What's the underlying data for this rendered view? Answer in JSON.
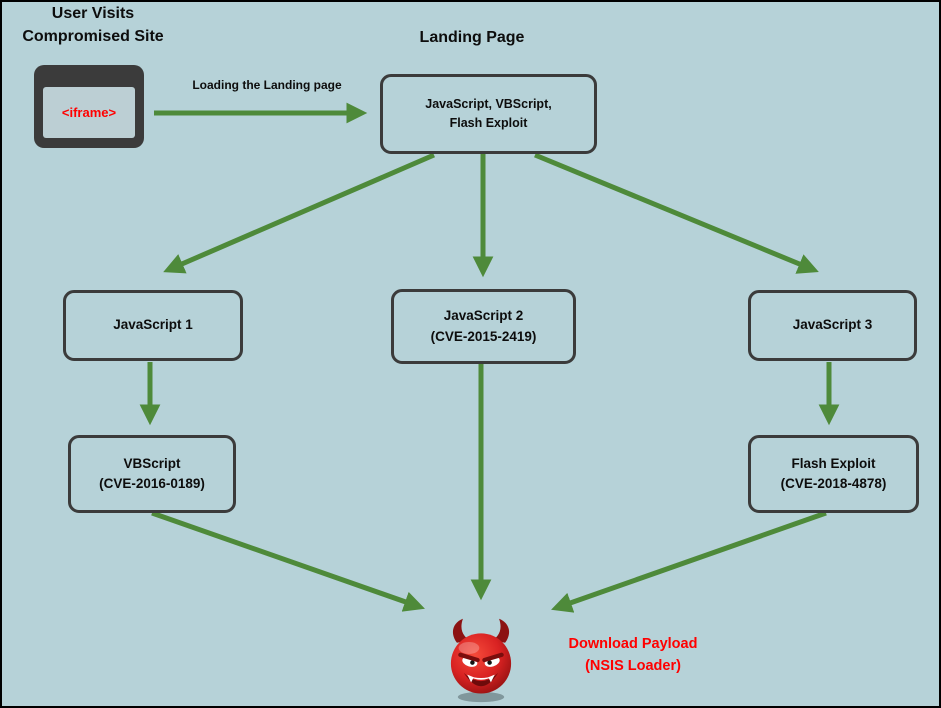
{
  "canvas": {
    "background": "#b6d2d8",
    "border_color": "#000000"
  },
  "colors": {
    "arrow_green": "#4e8a3a",
    "box_border": "#3b3b3b",
    "alert_red": "#ff0000",
    "text_black": "#0d0d0d"
  },
  "titles": {
    "compromised_line1": "User Visits",
    "compromised_line2": "Compromised Site",
    "landing": "Landing Page"
  },
  "browser": {
    "iframe_label": "<iframe>"
  },
  "nodes": {
    "landing": {
      "line1": "JavaScript, VBScript,",
      "line2": "Flash Exploit"
    },
    "js1": {
      "line1": "JavaScript 1"
    },
    "js2": {
      "line1": "JavaScript 2",
      "line2": "(CVE-2015-2419)"
    },
    "js3": {
      "line1": "JavaScript 3"
    },
    "vbscript": {
      "line1": "VBScript",
      "line2": "(CVE-2016-0189)"
    },
    "flash": {
      "line1": "Flash Exploit",
      "line2": "(CVE-2018-4878)"
    }
  },
  "payload": {
    "line1": "Download Payload",
    "line2": "(NSIS Loader)"
  },
  "edges": [
    {
      "from": "compromised-browser",
      "to": "landing-page",
      "label": "Loading the Landing page"
    },
    {
      "from": "landing-page",
      "to": "javascript-1"
    },
    {
      "from": "landing-page",
      "to": "javascript-2"
    },
    {
      "from": "landing-page",
      "to": "javascript-3"
    },
    {
      "from": "javascript-1",
      "to": "vbscript"
    },
    {
      "from": "javascript-3",
      "to": "flash-exploit"
    },
    {
      "from": "vbscript",
      "to": "download-payload"
    },
    {
      "from": "javascript-2",
      "to": "download-payload"
    },
    {
      "from": "flash-exploit",
      "to": "download-payload"
    }
  ],
  "icons": {
    "browser": "browser-window-icon",
    "devil": "devil-face-icon"
  }
}
